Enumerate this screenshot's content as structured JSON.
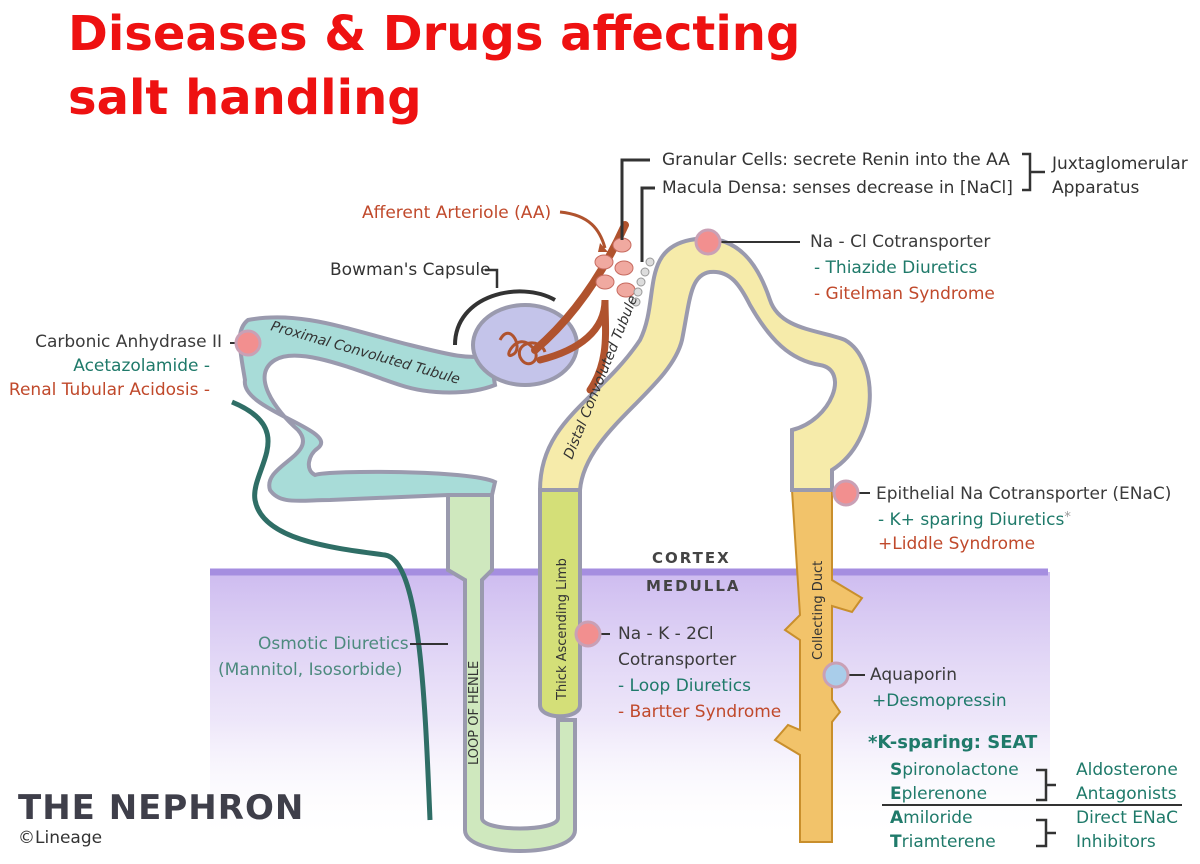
{
  "title": {
    "line1": "Diseases & Drugs affecting",
    "line2": "salt handling"
  },
  "regions": {
    "cortex": "CORTEX",
    "medulla": "MEDULLA"
  },
  "segments": {
    "pct": "Proximal Convoluted Tubule",
    "dct": "Distal Convoluted Tubule",
    "tal": "Thick Ascending Limb",
    "loop": "LOOP OF HENLE",
    "cd": "Collecting Duct"
  },
  "jga": {
    "granular": "Granular Cells: secrete Renin into the AA",
    "macula": "Macula Densa: senses decrease in [NaCl]",
    "group_line1": "Juxtaglomerular",
    "group_line2": "Apparatus"
  },
  "afferent": "Afferent Arteriole (AA)",
  "bowman": "Bowman's Capsule",
  "ca": {
    "name": "Carbonic Anhydrase II",
    "drug": "Acetazolamide -",
    "disease": "Renal Tubular Acidosis -"
  },
  "ncc": {
    "name": "Na - Cl Cotransporter",
    "drug": "- Thiazide Diuretics",
    "disease": "- Gitelman Syndrome"
  },
  "enac": {
    "name": "Epithelial Na Cotransporter (ENaC)",
    "drug": "- K+ sparing Diuretics",
    "star": "*",
    "disease": "+Liddle Syndrome"
  },
  "nkcc": {
    "name1": "Na - K - 2Cl",
    "name2": "Cotransporter",
    "drug": "- Loop Diuretics",
    "disease": "- Bartter Syndrome"
  },
  "osmotic": {
    "line1": "Osmotic Diuretics",
    "line2": "(Mannitol, Isosorbide)"
  },
  "aquaporin": {
    "name": "Aquaporin",
    "drug": "+Desmopressin"
  },
  "seat": {
    "title": "*K-sparing: SEAT",
    "drugs": [
      {
        "initial": "S",
        "rest": "pironolactone"
      },
      {
        "initial": "E",
        "rest": "plerenone"
      },
      {
        "initial": "A",
        "rest": "miloride"
      },
      {
        "initial": "T",
        "rest": "riamterene"
      }
    ],
    "class1_line1": "Aldosterone",
    "class1_line2": "Antagonists",
    "class2_line1": "Direct ENaC",
    "class2_line2": "Inhibitors"
  },
  "brand": {
    "name": "THE NEPHRON",
    "credit": "©Lineage"
  },
  "colors": {
    "title": "#ee1111",
    "pct_fill": "#a8dcd8",
    "dct_fill": "#f6ebaa",
    "tal_fill": "#d4df78",
    "loop_fill": "#cfe8be",
    "cd_fill": "#f2c36a",
    "medulla": "#d9ccf0",
    "outline": "#9a9aae"
  }
}
